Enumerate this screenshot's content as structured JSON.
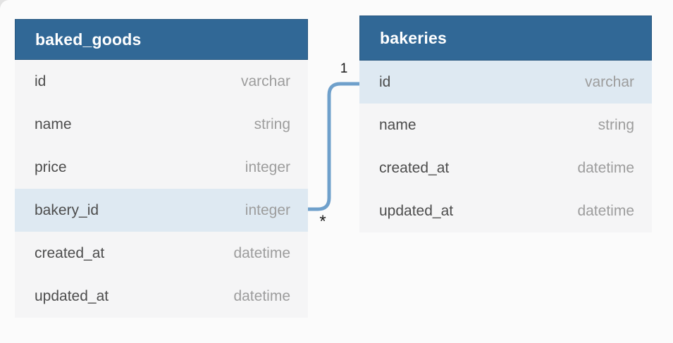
{
  "diagram": {
    "colors": {
      "page_bg": "#FBFBFB",
      "header_bg": "#316896",
      "header_border": "#27577F",
      "header_text": "#FFFFFF",
      "row_bg": "#F5F5F6",
      "row_highlight_bg": "#DEE9F2",
      "field_text": "#4D4D4D",
      "type_text": "#9D9D9D",
      "connector": "#6FA0CB",
      "cardinality_text": "#1A1A1A"
    },
    "tables": [
      {
        "name": "baked_goods",
        "columns": [
          {
            "name": "id",
            "type": "varchar",
            "highlighted": false
          },
          {
            "name": "name",
            "type": "string",
            "highlighted": false
          },
          {
            "name": "price",
            "type": "integer",
            "highlighted": false
          },
          {
            "name": "bakery_id",
            "type": "integer",
            "highlighted": true
          },
          {
            "name": "created_at",
            "type": "datetime",
            "highlighted": false
          },
          {
            "name": "updated_at",
            "type": "datetime",
            "highlighted": false
          }
        ]
      },
      {
        "name": "bakeries",
        "columns": [
          {
            "name": "id",
            "type": "varchar",
            "highlighted": true
          },
          {
            "name": "name",
            "type": "string",
            "highlighted": false
          },
          {
            "name": "created_at",
            "type": "datetime",
            "highlighted": false
          },
          {
            "name": "updated_at",
            "type": "datetime",
            "highlighted": false
          }
        ]
      }
    ],
    "relationship": {
      "from_table": "baked_goods",
      "from_column": "bakery_id",
      "from_cardinality": "*",
      "to_table": "bakeries",
      "to_column": "id",
      "to_cardinality": "1"
    }
  }
}
